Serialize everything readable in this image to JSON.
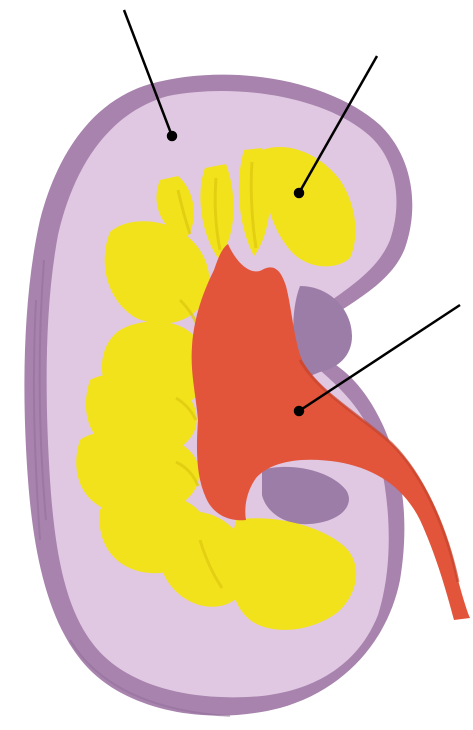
{
  "figure": {
    "subject": "kidney-cross-section",
    "labels": []
  },
  "regions": [
    {
      "id": "cortex",
      "color": "#E0C8E2"
    },
    {
      "id": "medulla",
      "color": "#F2E21C"
    },
    {
      "id": "renal-pelvis",
      "color": "#E2553A"
    },
    {
      "id": "capsule-rim",
      "color": "#A783AD"
    }
  ],
  "leader_lines": {
    "count": 3,
    "color": "#000000"
  }
}
